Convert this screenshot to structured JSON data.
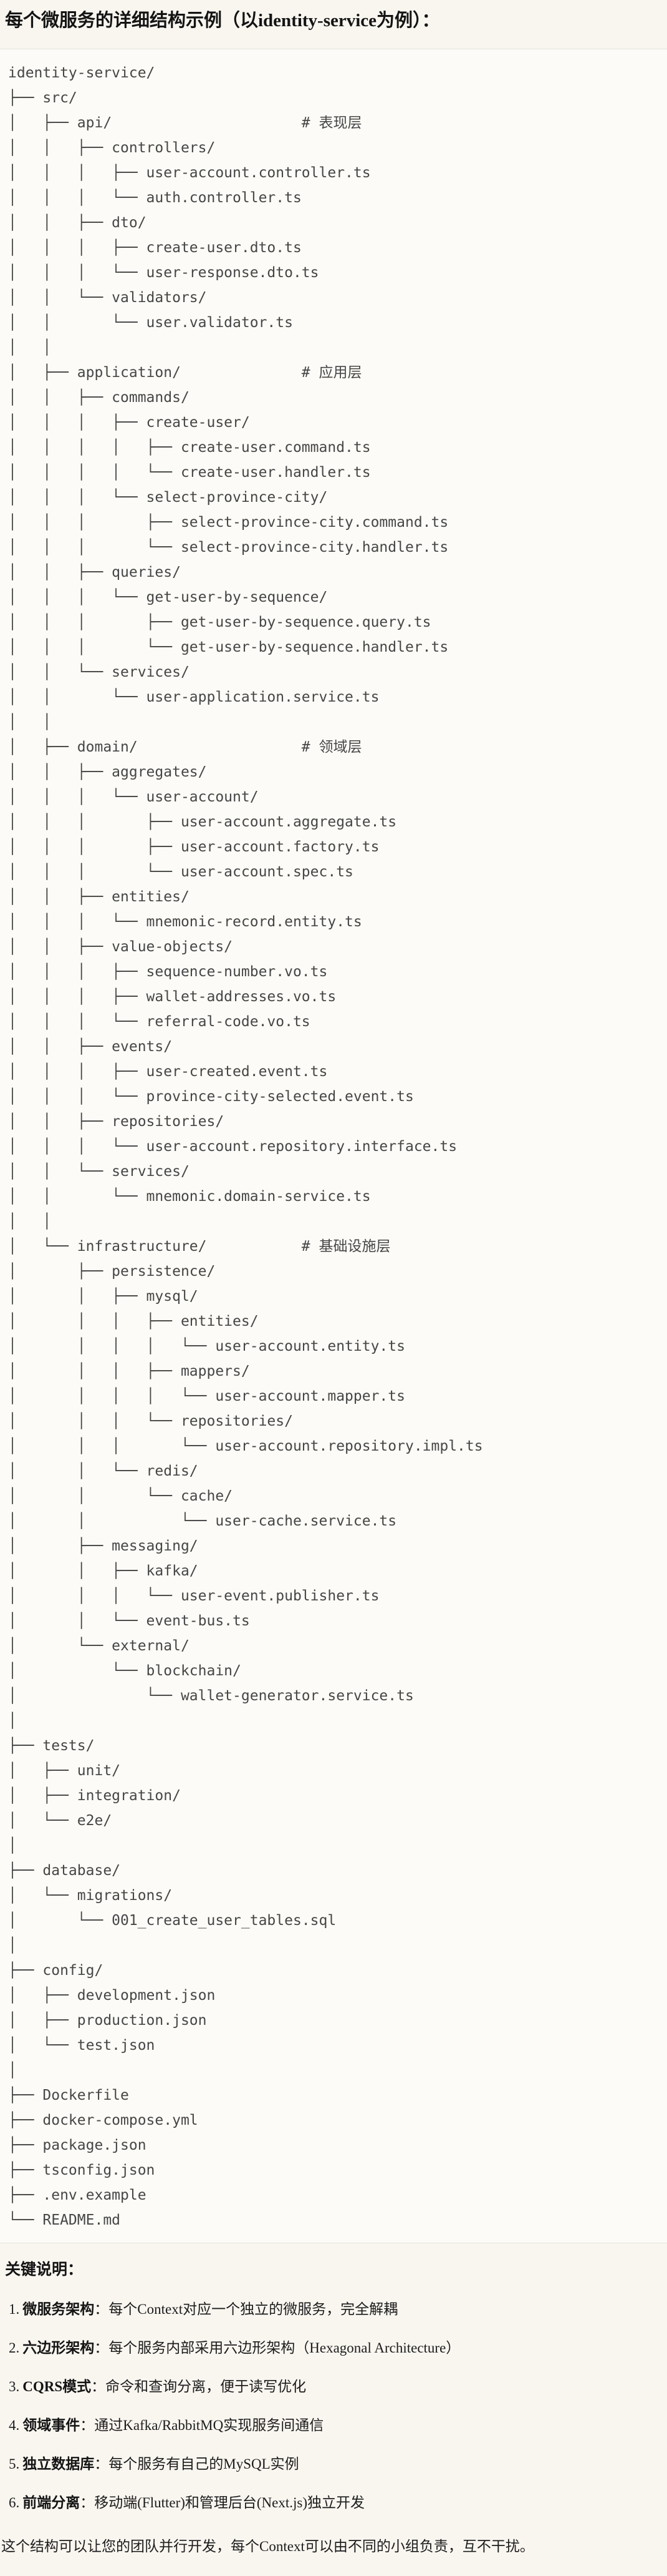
{
  "page": {
    "title": "每个微服务的详细结构示例（以identity-service为例）："
  },
  "colors": {
    "page_background": "#f9f6f0",
    "code_background": "#fcfbf7",
    "code_border": "#e6e3da",
    "tree_text": "#464646",
    "body_text": "#1c1c1c"
  },
  "tree": {
    "lines": [
      "identity-service/",
      "├── src/",
      "│   ├── api/                      # 表现层",
      "│   │   ├── controllers/",
      "│   │   │   ├── user-account.controller.ts",
      "│   │   │   └── auth.controller.ts",
      "│   │   ├── dto/",
      "│   │   │   ├── create-user.dto.ts",
      "│   │   │   └── user-response.dto.ts",
      "│   │   └── validators/",
      "│   │       └── user.validator.ts",
      "│   │",
      "│   ├── application/              # 应用层",
      "│   │   ├── commands/",
      "│   │   │   ├── create-user/",
      "│   │   │   │   ├── create-user.command.ts",
      "│   │   │   │   └── create-user.handler.ts",
      "│   │   │   └── select-province-city/",
      "│   │   │       ├── select-province-city.command.ts",
      "│   │   │       └── select-province-city.handler.ts",
      "│   │   ├── queries/",
      "│   │   │   └── get-user-by-sequence/",
      "│   │   │       ├── get-user-by-sequence.query.ts",
      "│   │   │       └── get-user-by-sequence.handler.ts",
      "│   │   └── services/",
      "│   │       └── user-application.service.ts",
      "│   │",
      "│   ├── domain/                   # 领域层",
      "│   │   ├── aggregates/",
      "│   │   │   └── user-account/",
      "│   │   │       ├── user-account.aggregate.ts",
      "│   │   │       ├── user-account.factory.ts",
      "│   │   │       └── user-account.spec.ts",
      "│   │   ├── entities/",
      "│   │   │   └── mnemonic-record.entity.ts",
      "│   │   ├── value-objects/",
      "│   │   │   ├── sequence-number.vo.ts",
      "│   │   │   ├── wallet-addresses.vo.ts",
      "│   │   │   └── referral-code.vo.ts",
      "│   │   ├── events/",
      "│   │   │   ├── user-created.event.ts",
      "│   │   │   └── province-city-selected.event.ts",
      "│   │   ├── repositories/",
      "│   │   │   └── user-account.repository.interface.ts",
      "│   │   └── services/",
      "│   │       └── mnemonic.domain-service.ts",
      "│   │",
      "│   └── infrastructure/           # 基础设施层",
      "│       ├── persistence/",
      "│       │   ├── mysql/",
      "│       │   │   ├── entities/",
      "│       │   │   │   └── user-account.entity.ts",
      "│       │   │   ├── mappers/",
      "│       │   │   │   └── user-account.mapper.ts",
      "│       │   │   └── repositories/",
      "│       │   │       └── user-account.repository.impl.ts",
      "│       │   └── redis/",
      "│       │       └── cache/",
      "│       │           └── user-cache.service.ts",
      "│       ├── messaging/",
      "│       │   ├── kafka/",
      "│       │   │   └── user-event.publisher.ts",
      "│       │   └── event-bus.ts",
      "│       └── external/",
      "│           └── blockchain/",
      "│               └── wallet-generator.service.ts",
      "│",
      "├── tests/",
      "│   ├── unit/",
      "│   ├── integration/",
      "│   └── e2e/",
      "│",
      "├── database/",
      "│   └── migrations/",
      "│       └── 001_create_user_tables.sql",
      "│",
      "├── config/",
      "│   ├── development.json",
      "│   ├── production.json",
      "│   └── test.json",
      "│",
      "├── Dockerfile",
      "├── docker-compose.yml",
      "├── package.json",
      "├── tsconfig.json",
      "├── .env.example",
      "└── README.md"
    ]
  },
  "notes": {
    "heading": "关键说明：",
    "items": [
      {
        "num": "1.",
        "term": "微服务架构",
        "rest": "：每个Context对应一个独立的微服务，完全解耦"
      },
      {
        "num": "2.",
        "term": "六边形架构",
        "rest": "：每个服务内部采用六边形架构（Hexagonal Architecture）"
      },
      {
        "num": "3.",
        "term": "CQRS模式",
        "rest": "：命令和查询分离，便于读写优化"
      },
      {
        "num": "4.",
        "term": "领域事件",
        "rest": "：通过Kafka/RabbitMQ实现服务间通信"
      },
      {
        "num": "5.",
        "term": "独立数据库",
        "rest": "：每个服务有自己的MySQL实例"
      },
      {
        "num": "6.",
        "term": "前端分离",
        "rest": "：移动端(Flutter)和管理后台(Next.js)独立开发"
      }
    ],
    "closing": "这个结构可以让您的团队并行开发，每个Context可以由不同的小组负责，互不干扰。"
  }
}
